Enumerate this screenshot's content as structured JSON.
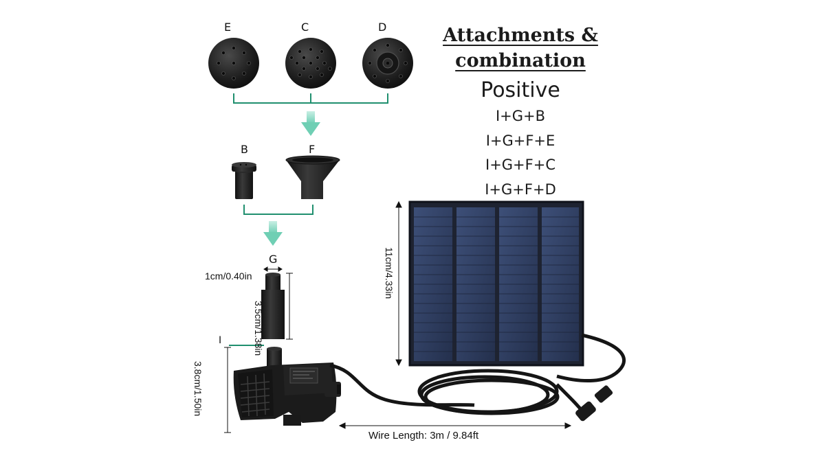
{
  "attachments": {
    "e_label": "E",
    "c_label": "C",
    "d_label": "D",
    "b_label": "B",
    "f_label": "F",
    "g_label": "G",
    "i_label": "I"
  },
  "legend": {
    "title_line1": "Attachments &",
    "title_line2": "combination",
    "subtitle": "Positive",
    "combinations": [
      "I+G+B",
      "I+G+F+E",
      "I+G+F+C",
      "I+G+F+D"
    ]
  },
  "dimensions": {
    "nozzle_width": "1cm/0.40in",
    "nozzle_height": "3.5cm/1.38in",
    "pump_height": "3.8cm/1.50in",
    "panel_height": "11cm/4.33in",
    "wire_length": "Wire Length:  3m / 9.84ft"
  },
  "colors": {
    "connector_line": "#1f8f6e",
    "arrow": "#7fd6bf",
    "part": "#1c1c1c",
    "panel_cell": "#2b3a5c"
  }
}
